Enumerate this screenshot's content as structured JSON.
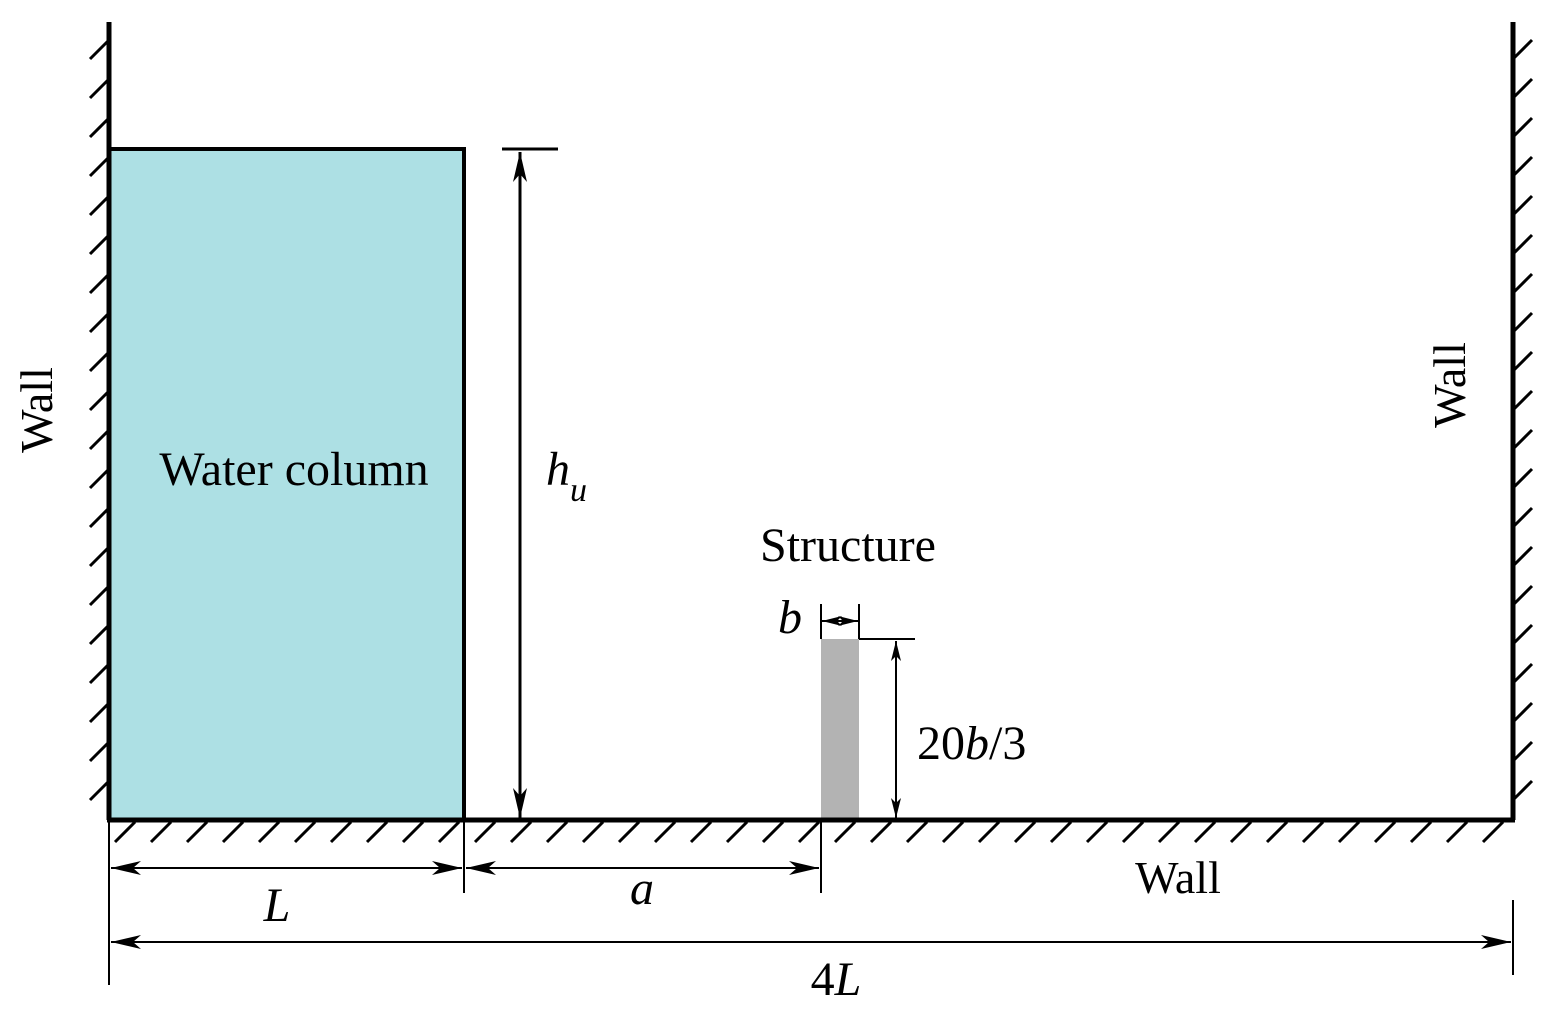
{
  "colors": {
    "water": "#ADE0E4",
    "structure": "#B3B3B3",
    "line": "#000000"
  },
  "labels": {
    "left_wall": "Wall",
    "right_wall": "Wall",
    "bottom_wall": "Wall",
    "water_column": "Water column",
    "structure": "Structure"
  },
  "dimensions": {
    "water_height_main": "h",
    "water_height_sub": "u",
    "column_width": "L",
    "gap": "a",
    "structure_width": "b",
    "structure_height_prefix": "20",
    "structure_height_var": "b",
    "structure_height_suffix": "/3",
    "tank_length_prefix": "4",
    "tank_length_var": "L"
  }
}
